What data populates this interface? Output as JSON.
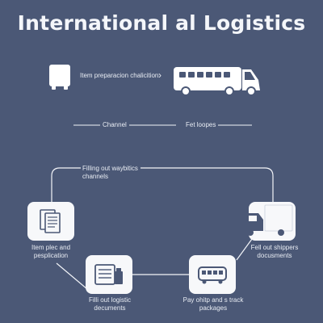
{
  "title": "International al Logistics",
  "top_row": {
    "step_label": "Item preparacion chalicition",
    "arrow_glyph": "›"
  },
  "divider": {
    "left_label": "Channel",
    "right_label": "Fet loopes"
  },
  "flow": {
    "loop_label": "Filling out waybitics channels",
    "steps": [
      {
        "label": "Item plec and pesplication",
        "icon": "documents-icon"
      },
      {
        "label": "Filli out logistic decuments",
        "icon": "form-printer-icon"
      },
      {
        "label": "Pay ohitp and s track packages",
        "icon": "bus-icon"
      },
      {
        "label": "Fell out shippers docusments",
        "icon": "delivery-truck-icon"
      }
    ]
  },
  "colors": {
    "background": "#4b5876",
    "box_fill": "#f7f8fa",
    "icon_dark": "#4b5876",
    "line": "#f2f4f8"
  }
}
